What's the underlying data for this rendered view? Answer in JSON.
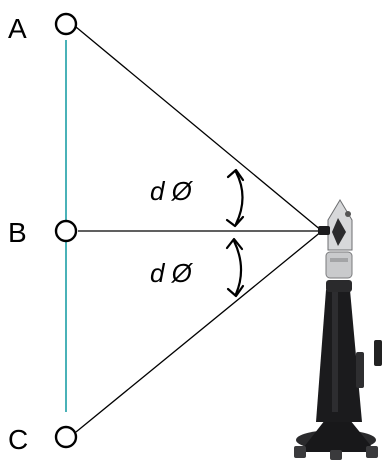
{
  "points": [
    {
      "label": "A"
    },
    {
      "label": "B"
    },
    {
      "label": "C"
    }
  ],
  "angle_labels": [
    {
      "text": "d Ø"
    },
    {
      "text": "d Ø"
    }
  ],
  "colors": {
    "connector": "#4ab2b8",
    "lines": "#000000",
    "device": "#1b1b1d"
  },
  "icons": [
    "double-arrow-icon",
    "theodolite-instrument"
  ]
}
